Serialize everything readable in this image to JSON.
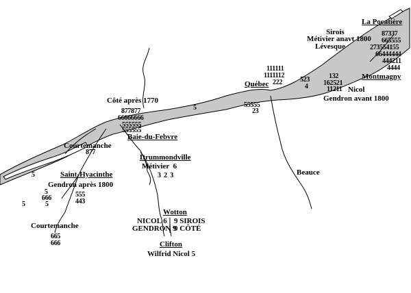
{
  "places": {
    "la_pocatiere": "La Pocatière",
    "montmagny": "Montmagny",
    "quebec": "Québec",
    "baie_du_febvre": "Baie-du-Febvre",
    "drummondville": "Drummondville",
    "saint_hyacinthe": "Saint-Hyacinthe",
    "wotton": "Wotton",
    "clifton": "Clifton",
    "beauce": "Beauce"
  },
  "names": {
    "sirois": "Sirois",
    "metivier_1800": "Métivier anavt 1800",
    "levesque": "Lévesque",
    "nicol": "Nicol",
    "gendron_avant": "Gendron avant 1800",
    "cote_apres": "Côté après 1770",
    "courtemanche_1": "Courtemanche",
    "courtemanche_2": "Courtemanche",
    "gendron_apres": "Gendron après 1800",
    "metivier_6": "Métivier  6",
    "wotton_left_1": "NICOL 6",
    "wotton_right_1": "9 SIROIS",
    "wotton_left_2": "GENDRON 9",
    "wotton_right_2": "9 CÔTÉ",
    "wilfrid": "Wilfrid Nicol 5"
  },
  "numbers": {
    "pocatiere": [
      "87337",
      "665555",
      "273554155",
      "66444444",
      "444211",
      "4444"
    ],
    "quebec_top": [
      "111111",
      "1111112",
      "222"
    ],
    "q523": "523",
    "q4": "4",
    "montmagny": [
      "132",
      "162521",
      "11211"
    ],
    "baie": [
      "877877",
      "66666666",
      "555555",
      "555555"
    ],
    "river5": "5",
    "mid": [
      "55555",
      "23"
    ],
    "c877": "877",
    "drummond": "3  2  3",
    "left5a": "5",
    "left5b": "5",
    "left666": "666",
    "left5c": "5",
    "left5d": "5",
    "sh555": "555",
    "sh443": "443",
    "bottom665": "665",
    "bottom666": "666"
  },
  "colors": {
    "river_fill": "#c8c8c8",
    "ink": "#000000"
  }
}
